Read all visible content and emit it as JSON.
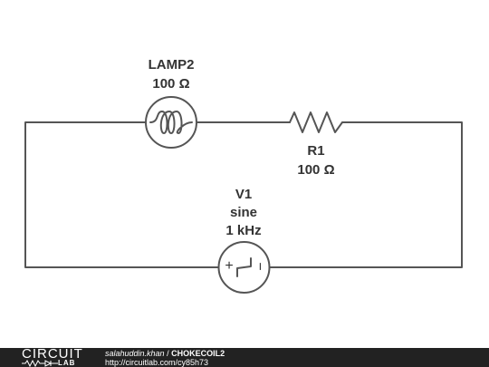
{
  "components": {
    "lamp": {
      "name": "LAMP2",
      "value": "100 Ω"
    },
    "resistor": {
      "name": "R1",
      "value": "100 Ω"
    },
    "source": {
      "name": "V1",
      "type": "sine",
      "freq": "1 kHz",
      "plus": "+",
      "minus": "−"
    }
  },
  "footer": {
    "brand_top": "CIRCUIT",
    "brand_bottom": "LAB",
    "user": "salahuddin.khan",
    "separator": " / ",
    "title": "CHOKECOIL2",
    "url": "http://circuitlab.com/cy85h73"
  },
  "colors": {
    "wire": "#555555",
    "text": "#333333",
    "footer_bg": "#222222"
  }
}
